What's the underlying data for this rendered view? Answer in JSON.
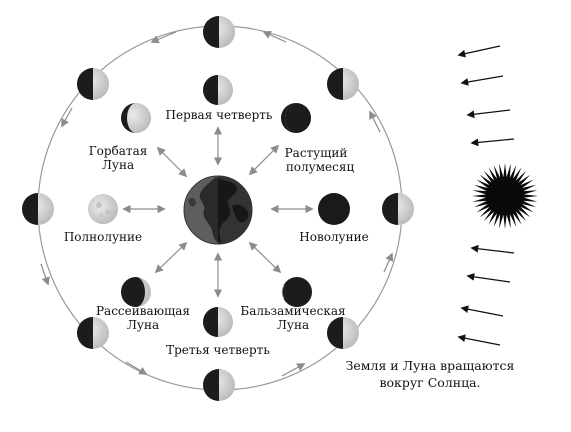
{
  "labels": {
    "first_quarter": "Первая четверть",
    "waxing_crescent_l1": "Растущий",
    "waxing_crescent_l2": "полумесяц",
    "waxing_gibbous_l1": "Горбатая",
    "waxing_gibbous_l2": "Луна",
    "full_moon": "Полнолуние",
    "new_moon": "Новолуние",
    "waning_gibbous_l1": "Рассеивающая",
    "waning_gibbous_l2": "Луна",
    "waning_crescent_l1": "Бальзамическая",
    "waning_crescent_l2": "Луна",
    "last_quarter": "Третья четверть"
  },
  "caption": {
    "line1": "Земля и Луна вращаются",
    "line2": "вокруг Солнца."
  },
  "colors": {
    "orbit": "#9a9a9a",
    "arrow": "#8c8c8c",
    "moon_dark": "#1c1c1c",
    "moon_light": "#d9d9d9",
    "earth_ocean": "#5e5e5e",
    "earth_land": "#2a2a2a",
    "sun": "#0a0a0a",
    "ray": "#111111"
  },
  "icons": {
    "earth": "earth-globe-icon",
    "sun": "sun-icon",
    "moon": "moon-phase-icon"
  }
}
